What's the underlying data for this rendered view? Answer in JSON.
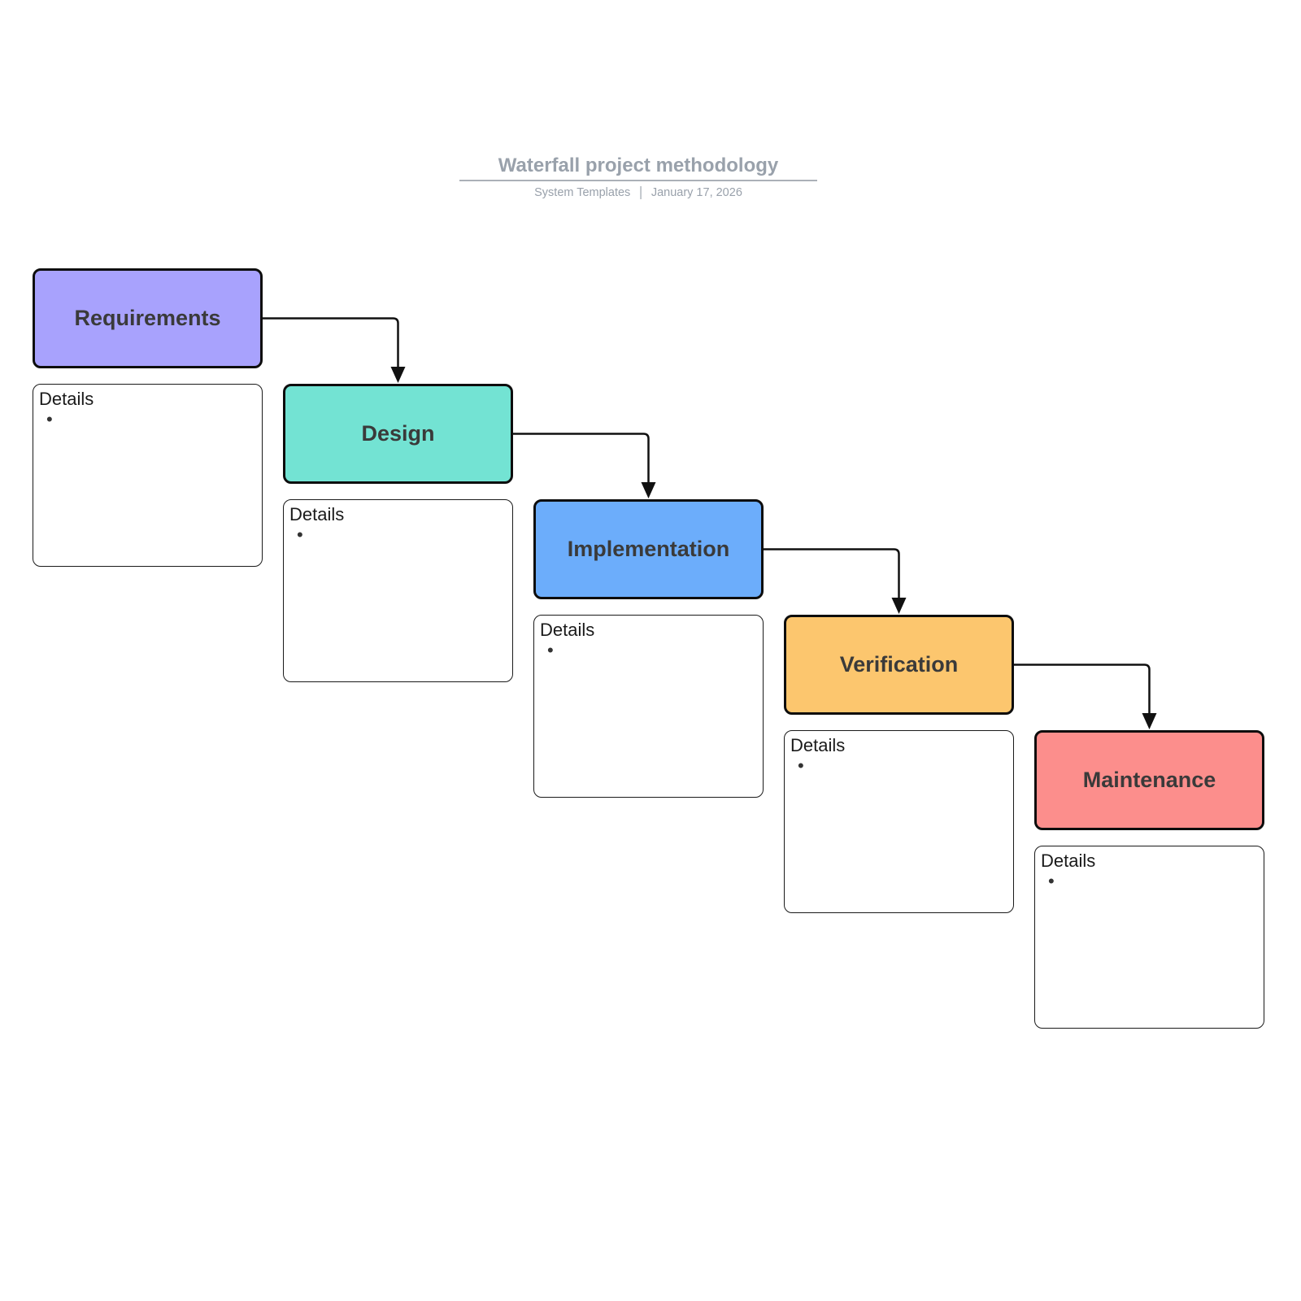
{
  "page": {
    "title": "Waterfall project methodology",
    "byline": "System Templates",
    "date": "January 17, 2026"
  },
  "colors": {
    "requirements": "#A8A2FD",
    "design": "#73E3D3",
    "implementation": "#6CADFB",
    "verification": "#FCC66E",
    "maintenance": "#FC8E8C",
    "stage_border": "#0D0D0D",
    "arrow": "#111111",
    "title_gray": "#99A1AB"
  },
  "stages": [
    {
      "label": "Requirements",
      "color": "#A8A2FD",
      "details": {
        "label": "Details",
        "bullet": "•"
      }
    },
    {
      "label": "Design",
      "color": "#73E3D3",
      "details": {
        "label": "Details",
        "bullet": "•"
      }
    },
    {
      "label": "Implementation",
      "color": "#6CADFB",
      "details": {
        "label": "Details",
        "bullet": "•"
      }
    },
    {
      "label": "Verification",
      "color": "#FCC66E",
      "details": {
        "label": "Details",
        "bullet": "•"
      }
    },
    {
      "label": "Maintenance",
      "color": "#FC8E8C",
      "details": {
        "label": "Details",
        "bullet": "•"
      }
    }
  ],
  "connections": [
    {
      "from": "Requirements",
      "to": "Design"
    },
    {
      "from": "Design",
      "to": "Implementation"
    },
    {
      "from": "Implementation",
      "to": "Verification"
    },
    {
      "from": "Verification",
      "to": "Maintenance"
    }
  ]
}
